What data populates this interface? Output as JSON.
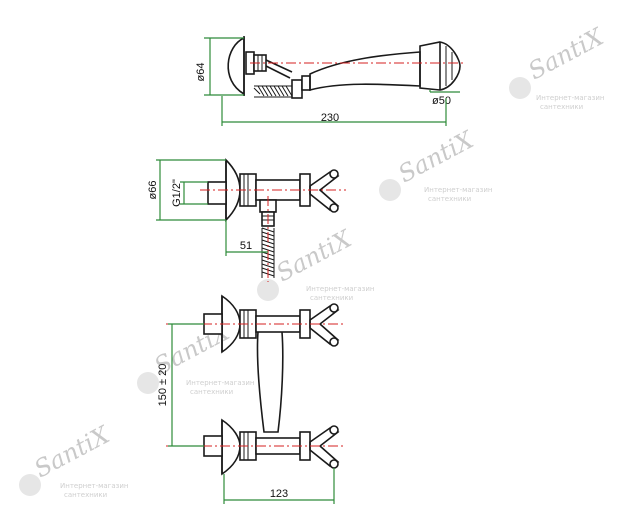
{
  "dimensions": {
    "head_diameter": "ø64",
    "spray_diameter": "ø50",
    "shower_length": "230",
    "escutcheon_diameter": "ø66",
    "thread": "G1/2\"",
    "outlet_offset": "51",
    "center_distance": "150 ± 20",
    "body_depth": "123"
  },
  "watermark": {
    "brand": "SantiX",
    "tagline_1": "Интернет-магазин",
    "tagline_2": "сантехники"
  },
  "colors": {
    "dimension_line": "#2e8b3a",
    "center_line": "#d42020",
    "outline": "#1a1a1a"
  }
}
